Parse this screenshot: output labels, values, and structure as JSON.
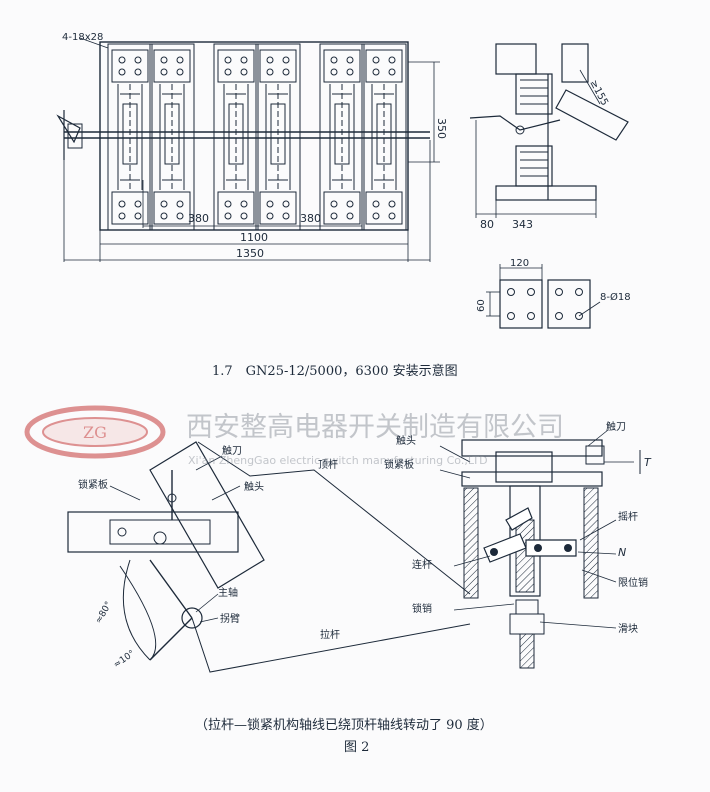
{
  "top_figure": {
    "holes_label": "4-18x28",
    "dim_380_left": "380",
    "dim_380_right": "380",
    "dim_1100": "1100",
    "dim_1350": "1350",
    "dim_350": "350",
    "dim_80": "80",
    "dim_343": "343",
    "dim_155": "≥155",
    "terminal_120": "120",
    "terminal_60": "60",
    "terminal_holes": "8-Ø18",
    "caption": "1.7　GN25-12/5000，6300 安装示意图"
  },
  "watermark": {
    "logo": "ZG",
    "company_cn": "西安整高电器开关制造有限公司",
    "company_en": "Xi'an ZhengGao electric switch manufacturing Co.,LTD"
  },
  "bottom_figure": {
    "labels": {
      "lock_plate_left": "锁紧板",
      "blade": "触刀",
      "contact_head": "触头",
      "top_rod": "顶杆",
      "main_shaft": "主轴",
      "lever": "拐臂",
      "pull_rod": "拉杆",
      "angle_80": "≈80°",
      "angle_10": "≈10°",
      "insulator_head": "触头",
      "lock_plate_right": "锁紧板",
      "blade_right": "触刀",
      "rocker": "摇杆",
      "n_mark": "N",
      "t_mark": "T",
      "connecting_rod": "连杆",
      "lock_pin": "锁销",
      "limit_pin": "限位销",
      "slider": "滑块"
    },
    "note": "（拉杆—锁紧机构轴线已绕顶杆轴线转动了 90 度）",
    "caption": "图 2"
  }
}
